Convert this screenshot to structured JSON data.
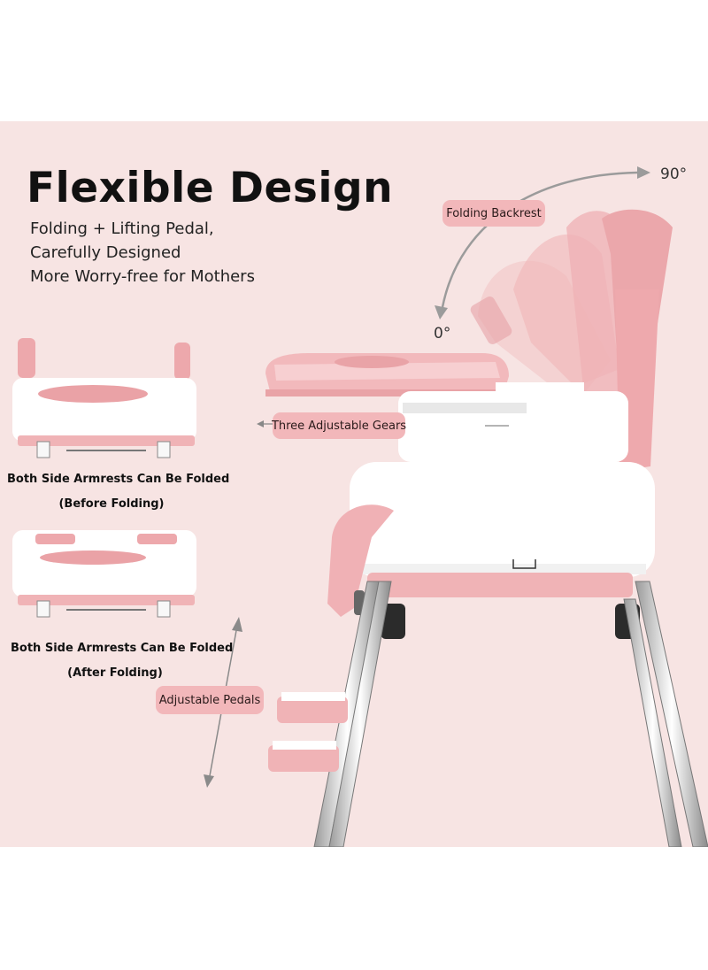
{
  "title": "Flexible Design",
  "subtitle_lines": [
    "Folding + Lifting Pedal,",
    "Carefully Designed",
    "More Worry-free for Mothers"
  ],
  "labels": {
    "folding_backrest": "Folding Backrest",
    "three_gears": "Three Adjustable Gears",
    "adjustable_pedals": "Adjustable Pedals"
  },
  "angles": {
    "max": "90°",
    "min": "0°"
  },
  "captions": {
    "before_line1": "Both Side Armrests Can Be Folded",
    "before_line2": "(Before Folding)",
    "after_line1": "Both Side Armrests Can Be Folded",
    "after_line2": "(After Folding)"
  },
  "colors": {
    "background": "#f7e4e3",
    "pill": "#f2b7ba",
    "seat_pink": "#f0b3b6",
    "frame_white": "#ffffff"
  }
}
